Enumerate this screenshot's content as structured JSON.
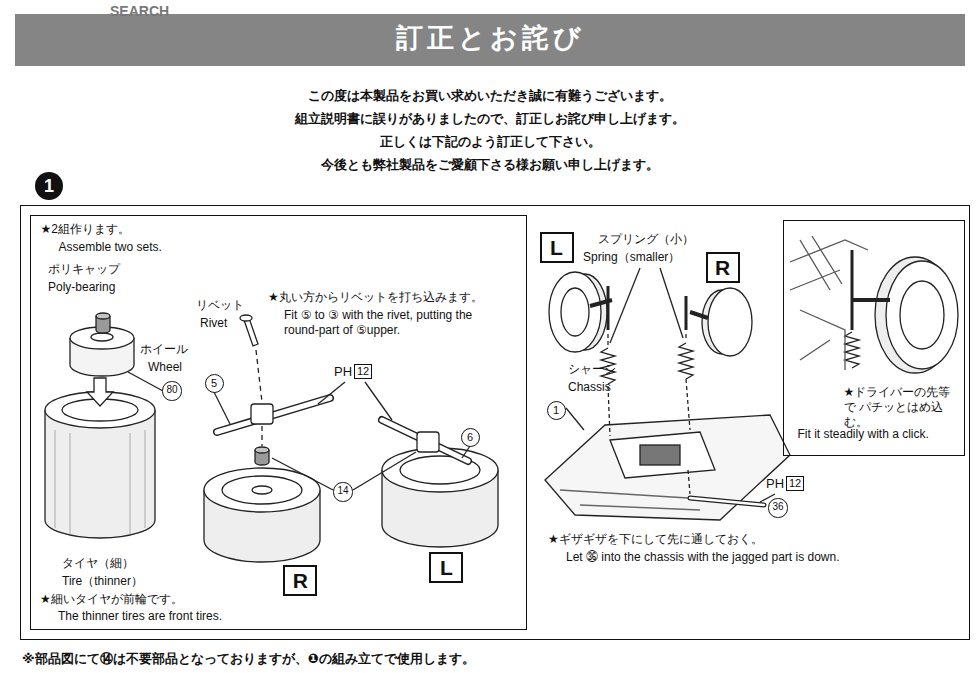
{
  "diagram": {
    "title": "訂正とお詫び",
    "nodes": [
      {
        "text": [
          "1"
        ]
      },
      {
        "text": [
          "★2組作ります。",
          "Assemble two sets."
        ],
        "in": 0
      },
      {
        "text": [
          "★ドライバーの先等で パチッとはめ込む。",
          "Fit it steadily with a click."
        ],
        "in": 0
      },
      {
        "text": [
          "R"
        ],
        "in": 1
      },
      {
        "text": [
          "L"
        ],
        "in": 1
      },
      {
        "text": [
          "L"
        ],
        "in": 0
      },
      {
        "text": [
          "R"
        ],
        "in": 0
      }
    ],
    "labels": [
      "SEARCH",
      "この度は本製品をお買い求めいただき誠に有難うございます。",
      "組立説明書に誤りがありましたので、訂正しお詫び申し上げます。",
      "正しくは下記のよう訂正して下さい。",
      "今後とも弊社製品をご愛顧下さる様お願い申し上げます。",
      "ポリキャップ",
      "Poly-bearing",
      "ホイール",
      "Wheel",
      "80",
      "リベット",
      "Rivet",
      "★丸い方からリベットを打ち込みます。",
      "Fit ⑤ to ③ with the rivet, putting the round-part of ⑤upper.",
      "5",
      "PH",
      "12",
      "6",
      "14",
      "タイヤ（細）",
      "Tire（thinner）",
      "★細いタイヤが前輪です。",
      "The thinner tires are front tires.",
      "スプリング（小）",
      "Spring（smaller）",
      "シャーシ",
      "Chassis",
      "1",
      "PH",
      "12",
      "36",
      "★ギザギザを下にして先に通しておく。",
      "Let ㊱ into the chassis with the jagged part is down.",
      "※部品図にて⑭は不要部品となっておりますが、❶の組み立てで使用します。"
    ]
  }
}
